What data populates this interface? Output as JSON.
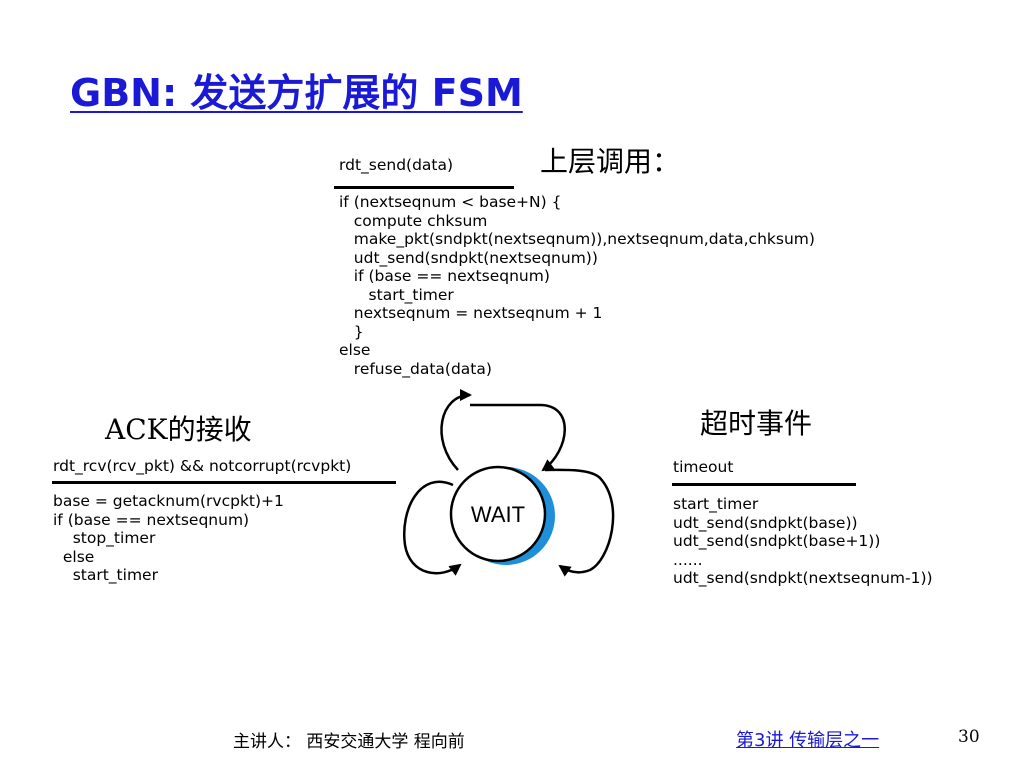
{
  "title": "GBN: 发送方扩展的 FSM",
  "labels": {
    "upper_call": "上层调用：",
    "ack_receive": "ACK的接收",
    "timeout_event": "超时事件"
  },
  "state": {
    "name": "WAIT"
  },
  "top_transition": {
    "event": "rdt_send(data)",
    "action_lines": [
      "if (nextseqnum < base+N) {",
      "   compute chksum",
      "   make_pkt(sndpkt(nextseqnum)),nextseqnum,data,chksum)",
      "   udt_send(sndpkt(nextseqnum))",
      "   if (base == nextseqnum)",
      "      start_timer",
      "   nextseqnum = nextseqnum + 1",
      "   }",
      "else",
      "   refuse_data(data)"
    ]
  },
  "left_transition": {
    "event": "rdt_rcv(rcv_pkt) && notcorrupt(rcvpkt)",
    "action_lines": [
      "base = getacknum(rvcpkt)+1",
      "if (base == nextseqnum)",
      "    stop_timer",
      "  else",
      "    start_timer"
    ]
  },
  "right_transition": {
    "event": "timeout",
    "action_lines": [
      "start_timer",
      "udt_send(sndpkt(base))",
      "udt_send(sndpkt(base+1))",
      "......",
      "udt_send(sndpkt(nextseqnum-1))"
    ]
  },
  "footer": {
    "speaker": "主讲人：  西安交通大学  程向前",
    "lecture_link": "第3讲  传输层之一",
    "page_number": "30"
  },
  "colors": {
    "title": "#1a1ad6",
    "state_shadow": "#1e8fd8",
    "link": "#1a1ad6"
  }
}
